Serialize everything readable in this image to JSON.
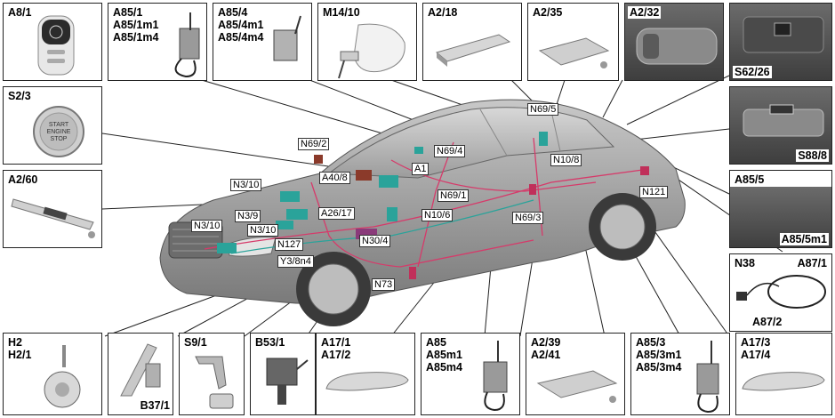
{
  "boxes": {
    "a8_1": {
      "title": "A8/1"
    },
    "a85_1": {
      "lines": [
        "A85/1",
        "A85/1m1",
        "A85/1m4"
      ]
    },
    "a85_4": {
      "lines": [
        "A85/4",
        "A85/4m1",
        "A85/4m4"
      ]
    },
    "m14_10": {
      "title": "M14/10"
    },
    "a2_18": {
      "title": "A2/18"
    },
    "a2_35": {
      "title": "A2/35"
    },
    "a2_32": {
      "title": "A2/32"
    },
    "s62_26": {
      "title": "S62/26"
    },
    "s2_3": {
      "title": "S2/3",
      "button_text": [
        "START",
        "ENGINE",
        "STOP"
      ]
    },
    "s88_8": {
      "title": "S88/8"
    },
    "a2_60": {
      "title": "A2/60"
    },
    "a85_5": {
      "title": "A85/5",
      "sub": "A85/5m1"
    },
    "n38": {
      "left": "N38",
      "right": "A87/1",
      "bottom": "A87/2"
    },
    "h2": {
      "lines": [
        "H2",
        "H2/1"
      ]
    },
    "b37_1": {
      "title": "B37/1"
    },
    "s9_1": {
      "title": "S9/1"
    },
    "b53_1": {
      "title": "B53/1"
    },
    "a17_1": {
      "lines": [
        "A17/1",
        "A17/2"
      ]
    },
    "a85": {
      "lines": [
        "A85",
        "A85m1",
        "A85m4"
      ]
    },
    "a2_39": {
      "lines": [
        "A2/39",
        "A2/41"
      ]
    },
    "a85_3": {
      "lines": [
        "A85/3",
        "A85/3m1",
        "A85/3m4"
      ]
    },
    "a17_3": {
      "lines": [
        "A17/3",
        "A17/4"
      ]
    }
  },
  "callouts": {
    "n69_2": "N69/2",
    "n69_4": "N69/4",
    "n69_5": "N69/5",
    "a1": "A1",
    "n10_8": "N10/8",
    "a40_8": "A40/8",
    "n3_10a": "N3/10",
    "n69_1": "N69/1",
    "n121": "N121",
    "n3_9": "N3/9",
    "a26_17": "A26/17",
    "n10_6": "N10/6",
    "n69_3": "N69/3",
    "n3_10b": "N3/10",
    "n3_10c": "N3/10",
    "n127": "N127",
    "n30_4": "N30/4",
    "y3_8n4": "Y3/8n4",
    "n73": "N73"
  },
  "colors": {
    "car_body": "#a9a9a9",
    "wiring": "#d63a6a",
    "module": "#2aa39a"
  }
}
